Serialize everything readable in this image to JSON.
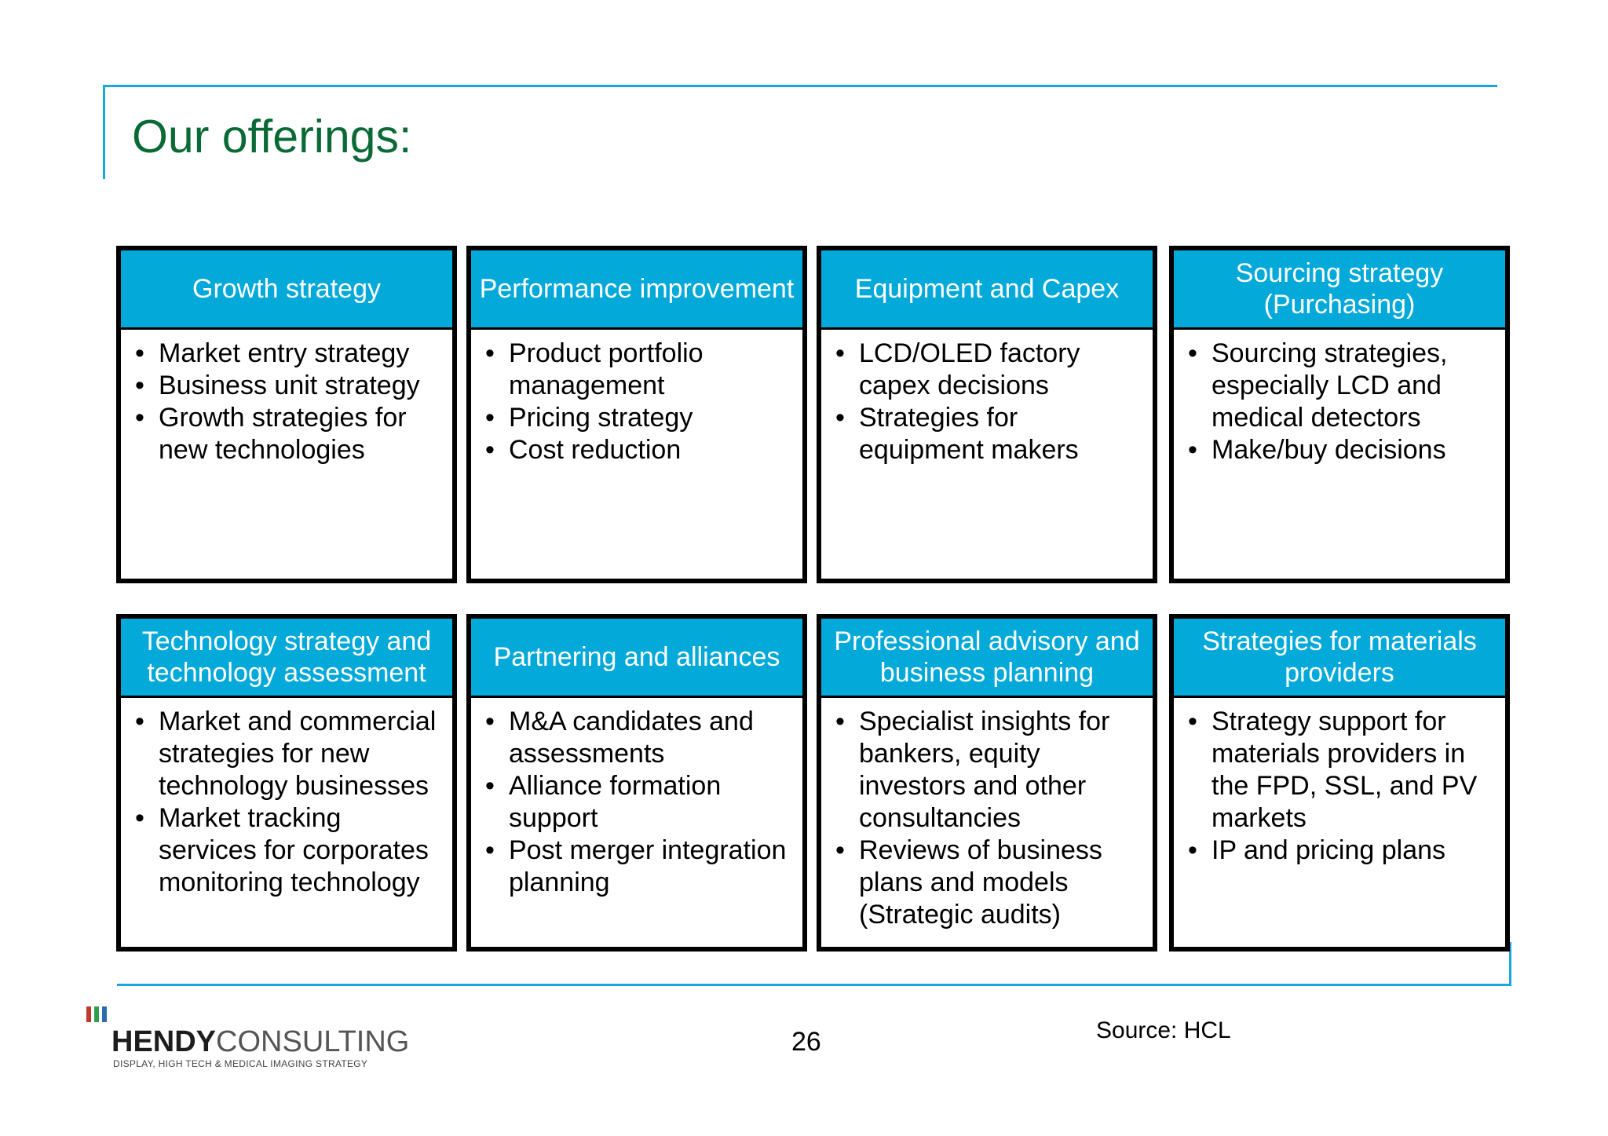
{
  "title": "Our offerings:",
  "cards": [
    {
      "heading": "Growth strategy",
      "items": [
        "Market entry strategy",
        "Business unit strategy",
        "Growth strategies for new technologies"
      ]
    },
    {
      "heading": "Performance improvement",
      "items": [
        "Product portfolio management",
        "Pricing strategy",
        "Cost reduction"
      ]
    },
    {
      "heading": "Equipment and Capex",
      "items": [
        "LCD/OLED factory capex decisions",
        "Strategies for equipment makers"
      ]
    },
    {
      "heading": "Sourcing strategy (Purchasing)",
      "items": [
        "Sourcing strategies, especially LCD and medical detectors",
        "Make/buy decisions"
      ]
    },
    {
      "heading": "Technology strategy and technology assessment",
      "items": [
        "Market and commercial strategies for new technology businesses",
        "Market tracking services for corporates monitoring technology"
      ]
    },
    {
      "heading": "Partnering and alliances",
      "items": [
        "M&A candidates and assessments",
        "Alliance formation support",
        "Post merger integration planning"
      ]
    },
    {
      "heading": "Professional advisory and business planning",
      "items": [
        "Specialist insights for bankers, equity investors and other consultancies",
        "Reviews of business plans and models (Strategic audits)"
      ]
    },
    {
      "heading": "Strategies for materials providers",
      "items": [
        "Strategy support for materials providers in the FPD, SSL, and PV markets",
        "IP and pricing plans"
      ]
    }
  ],
  "bullet_glyph": "•",
  "footer": {
    "page_number": "26",
    "source": "Source: HCL",
    "logo": {
      "name_bold": "HENDY",
      "name_light": "CONSULTING",
      "tagline": "DISPLAY, HIGH TECH & MEDICAL IMAGING STRATEGY",
      "bar_colors": [
        "#c0392b",
        "#2e9e4f",
        "#2b6cb0"
      ]
    }
  },
  "colors": {
    "header_fill": "#02a9d9",
    "title": "#0a6a36",
    "frame_line": "#1aa7dc"
  }
}
